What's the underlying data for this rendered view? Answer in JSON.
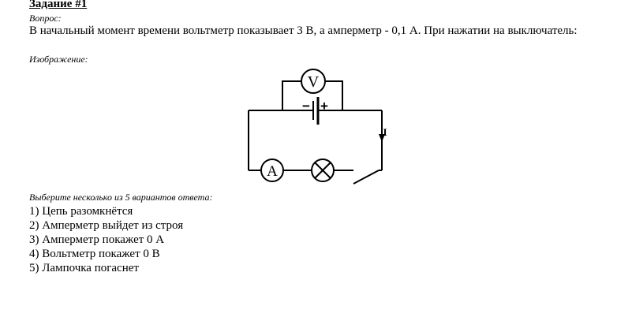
{
  "task": {
    "title": "Задание #1"
  },
  "question": {
    "label": "Вопрос:",
    "text": "В начальный момент времени вольтметр показывает 3 В, а амперметр - 0,1 А. При нажатии на выключатель:"
  },
  "image": {
    "label": "Изображение:",
    "symbols": {
      "voltmeter": "V",
      "ammeter": "A",
      "current": "I",
      "battery_minus": "−",
      "battery_plus": "+"
    }
  },
  "answers": {
    "label": "Выберите несколько из 5 вариантов ответа:",
    "options": [
      "1) Цепь разомкнётся",
      "2) Амперметр выйдет из строя",
      "3) Амперметр покажет 0 А",
      "4) Вольтметр покажет 0 В",
      "5) Лампочка погаснет"
    ]
  }
}
